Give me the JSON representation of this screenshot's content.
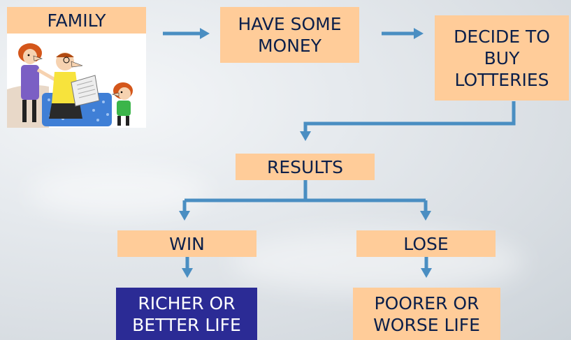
{
  "nodes": {
    "family": "FAMILY",
    "have_money": "HAVE SOME\nMONEY",
    "decide": "DECIDE TO\nBUY\nLOTTERIES",
    "results": "RESULTS",
    "win": "WIN",
    "lose": "LOSE",
    "richer": "RICHER OR\nBETTER LIFE",
    "poorer": "POORER OR\nWORSE LIFE"
  },
  "illustration": {
    "description_icon": "family-cartoon",
    "figures": [
      "mother",
      "father-reading-newspaper",
      "child"
    ]
  },
  "colors": {
    "box_fill": "#ffcc99",
    "highlight_fill": "#2b2b95",
    "arrow": "#4a8ec2",
    "text": "#0b1f4a"
  }
}
